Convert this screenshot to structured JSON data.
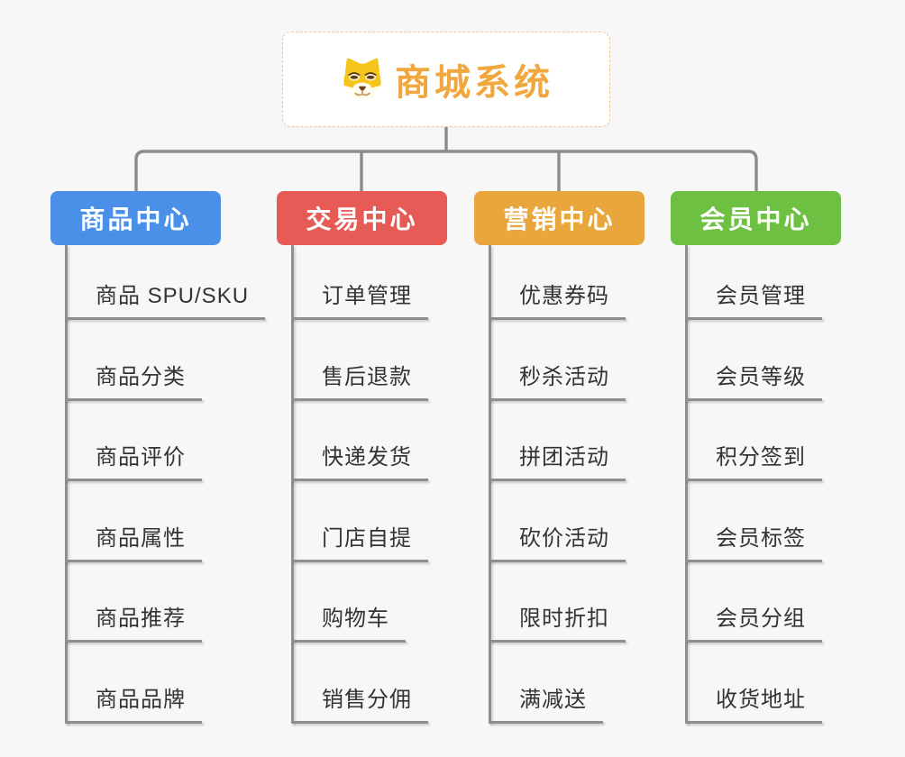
{
  "root": {
    "title": "商城系统",
    "icon": "shiba-dog-face"
  },
  "branches": [
    {
      "id": "product-center",
      "label": "商品中心",
      "color": "#4A8FE8",
      "children": [
        "商品 SPU/SKU",
        "商品分类",
        "商品评价",
        "商品属性",
        "商品推荐",
        "商品品牌"
      ]
    },
    {
      "id": "trade-center",
      "label": "交易中心",
      "color": "#E65B55",
      "children": [
        "订单管理",
        "售后退款",
        "快递发货",
        "门店自提",
        "购物车",
        "销售分佣"
      ]
    },
    {
      "id": "marketing-center",
      "label": "营销中心",
      "color": "#E9A63D",
      "children": [
        "优惠券码",
        "秒杀活动",
        "拼团活动",
        "砍价活动",
        "限时折扣",
        "满减送"
      ]
    },
    {
      "id": "member-center",
      "label": "会员中心",
      "color": "#6EC043",
      "children": [
        "会员管理",
        "会员等级",
        "积分签到",
        "会员标签",
        "会员分组",
        "收货地址"
      ]
    }
  ],
  "colors": {
    "background": "#F7F7F7",
    "root_title": "#EFA73E",
    "root_border": "#F0C894",
    "connector": "#8C8C8C",
    "leaf_text": "#333333",
    "leaf_line": "#8F8F8F",
    "branch_text": "#FFFFFF"
  }
}
